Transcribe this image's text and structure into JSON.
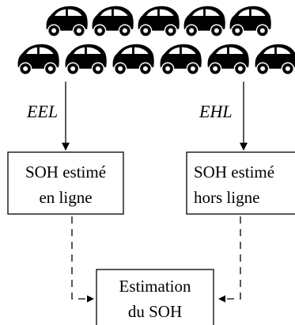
{
  "arrows": {
    "left_label": "EEL",
    "right_label": "EHL"
  },
  "boxes": {
    "online": {
      "line1": "SOH estimé",
      "line2": "en ligne"
    },
    "offline": {
      "line1": "SOH estimé",
      "line2": "hors ligne"
    },
    "estimation": {
      "line1": "Estimation",
      "line2": "du SOH"
    }
  },
  "fleet": {
    "icon": "car-icon",
    "row1_count": 5,
    "row2_count": 6,
    "color": "#000000"
  }
}
